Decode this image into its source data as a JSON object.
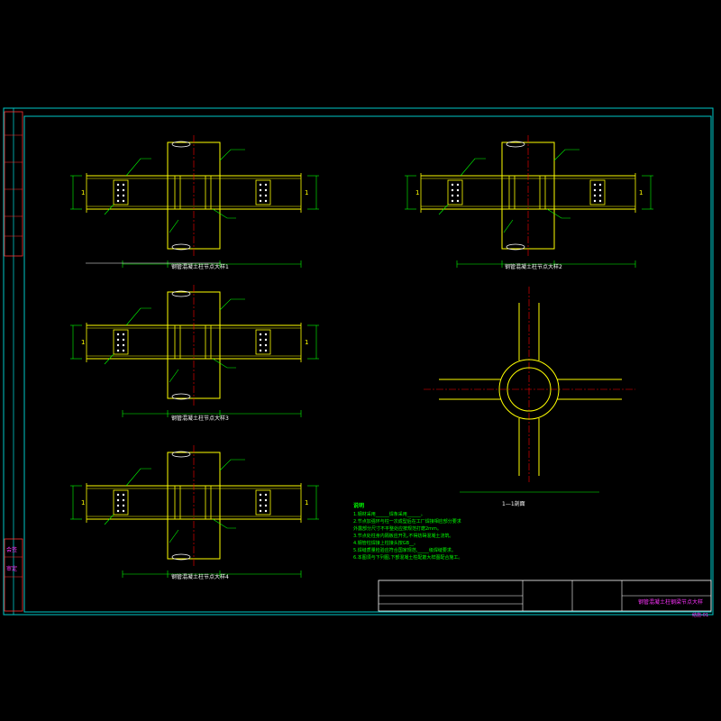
{
  "colors": {
    "background": "#000000",
    "frame": "#00c8c8",
    "steel": "#ffff00",
    "dimension": "#00ff00",
    "centerline": "#ff0000",
    "leader": "#00ff00",
    "notes": "#00ff00",
    "title_text": "#ff33ff",
    "caption": "#ffffff"
  },
  "details": [
    {
      "caption": "钢管混凝土柱节点大样1"
    },
    {
      "caption": "钢管混凝土柱节点大样2"
    },
    {
      "caption": "钢管混凝土柱节点大样3"
    },
    {
      "caption": "钢管混凝土柱节点大样4"
    }
  ],
  "section": {
    "label": "1—1剖面"
  },
  "notes": {
    "heading": "说明",
    "items": [
      "1.钢材采用______焊条采用______。",
      "2.节点加强环与柱一次成型后在工厂焊接相应部分要求",
      "   外露部分尺寸不平整处应按规范打磨2mm。",
      "3.节点处柱身内隔板应开孔,不得妨碍混凝土浇筑。",
      "4.钢管柱焊接上柱接头按GB__。",
      "5.焊缝质量检验应符合国家规范,_____级焊缝要求。",
      "6.本图须与下列图,下部混凝土柱配筋大样图配合施工。"
    ]
  },
  "title_block": {
    "drawing_title": "钢管混凝土柱钢梁节点大样",
    "drawing_no": "结施-01"
  },
  "left_strip": {
    "labels": [
      "会签",
      "审定"
    ]
  }
}
